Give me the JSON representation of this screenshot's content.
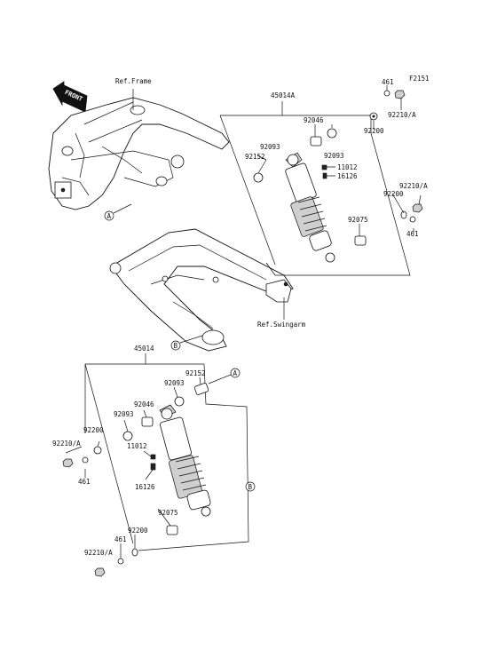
{
  "diagram_code": "F2151",
  "front_arrow": "FRONT",
  "ref_frame": "Ref.Frame",
  "ref_swingarm": "Ref.Swingarm",
  "callouts": {
    "a": "A",
    "b": "B"
  },
  "upper_assembly": {
    "assembly": "45014A",
    "parts": {
      "p461": "461",
      "p92210a": "92210/A",
      "p92200": "92200",
      "p92046": "92046",
      "p92093_left": "92093",
      "p92152": "92152",
      "p92093_right": "92093",
      "p11012": "11012",
      "p16126": "16126",
      "p92210a_lower": "92210/A",
      "p92200_lower": "92200",
      "p461_lower": "461",
      "p92075": "92075"
    }
  },
  "lower_assembly": {
    "assembly": "45014",
    "parts": {
      "p92152": "92152",
      "p92093_top": "92093",
      "p92046": "92046",
      "p92093": "92093",
      "p92200": "92200",
      "p92210a": "92210/A",
      "p461": "461",
      "p11012": "11012",
      "p16126": "16126",
      "p92075": "92075",
      "p92200_lower": "92200",
      "p461_lower": "461",
      "p92210a_lower": "92210/A"
    }
  }
}
